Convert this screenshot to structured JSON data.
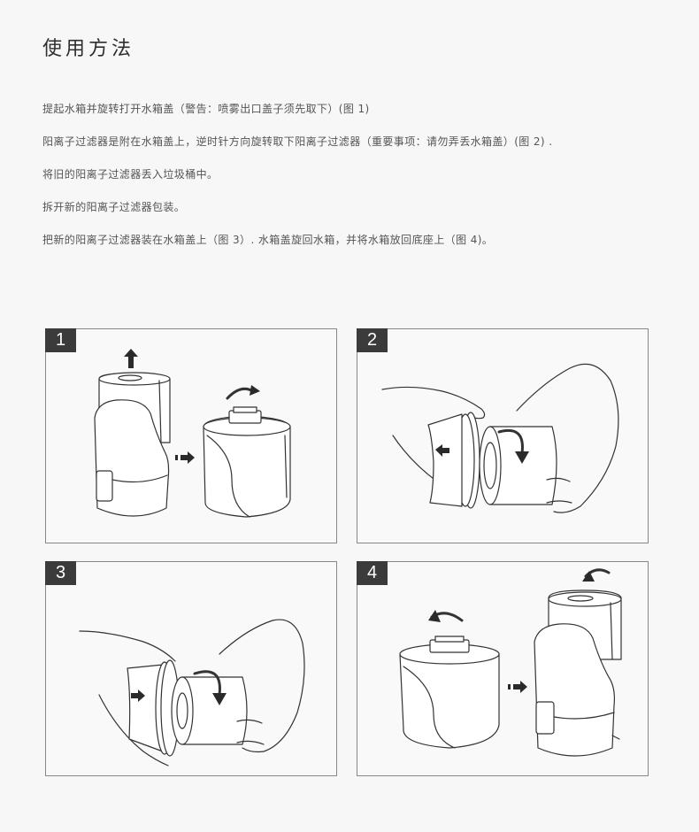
{
  "title": "使用方法",
  "steps": [
    "提起水箱并旋转打开水箱盖（警告：喷雾出口盖子须先取下）(图 1)",
    "阳离子过滤器是附在水箱盖上，逆时针方向旋转取下阳离子过滤器（重要事项：请勿弄丢水箱盖）(图 2) .",
    "将旧的阳离子过滤器丢入垃圾桶中。",
    "拆开新的阳离子过滤器包装。",
    "把新的阳离子过滤器装在水箱盖上（图 3）. 水箱盖旋回水箱，并将水箱放回底座上（图 4)。"
  ],
  "figures": [
    {
      "number": "1"
    },
    {
      "number": "2"
    },
    {
      "number": "3"
    },
    {
      "number": "4"
    }
  ]
}
